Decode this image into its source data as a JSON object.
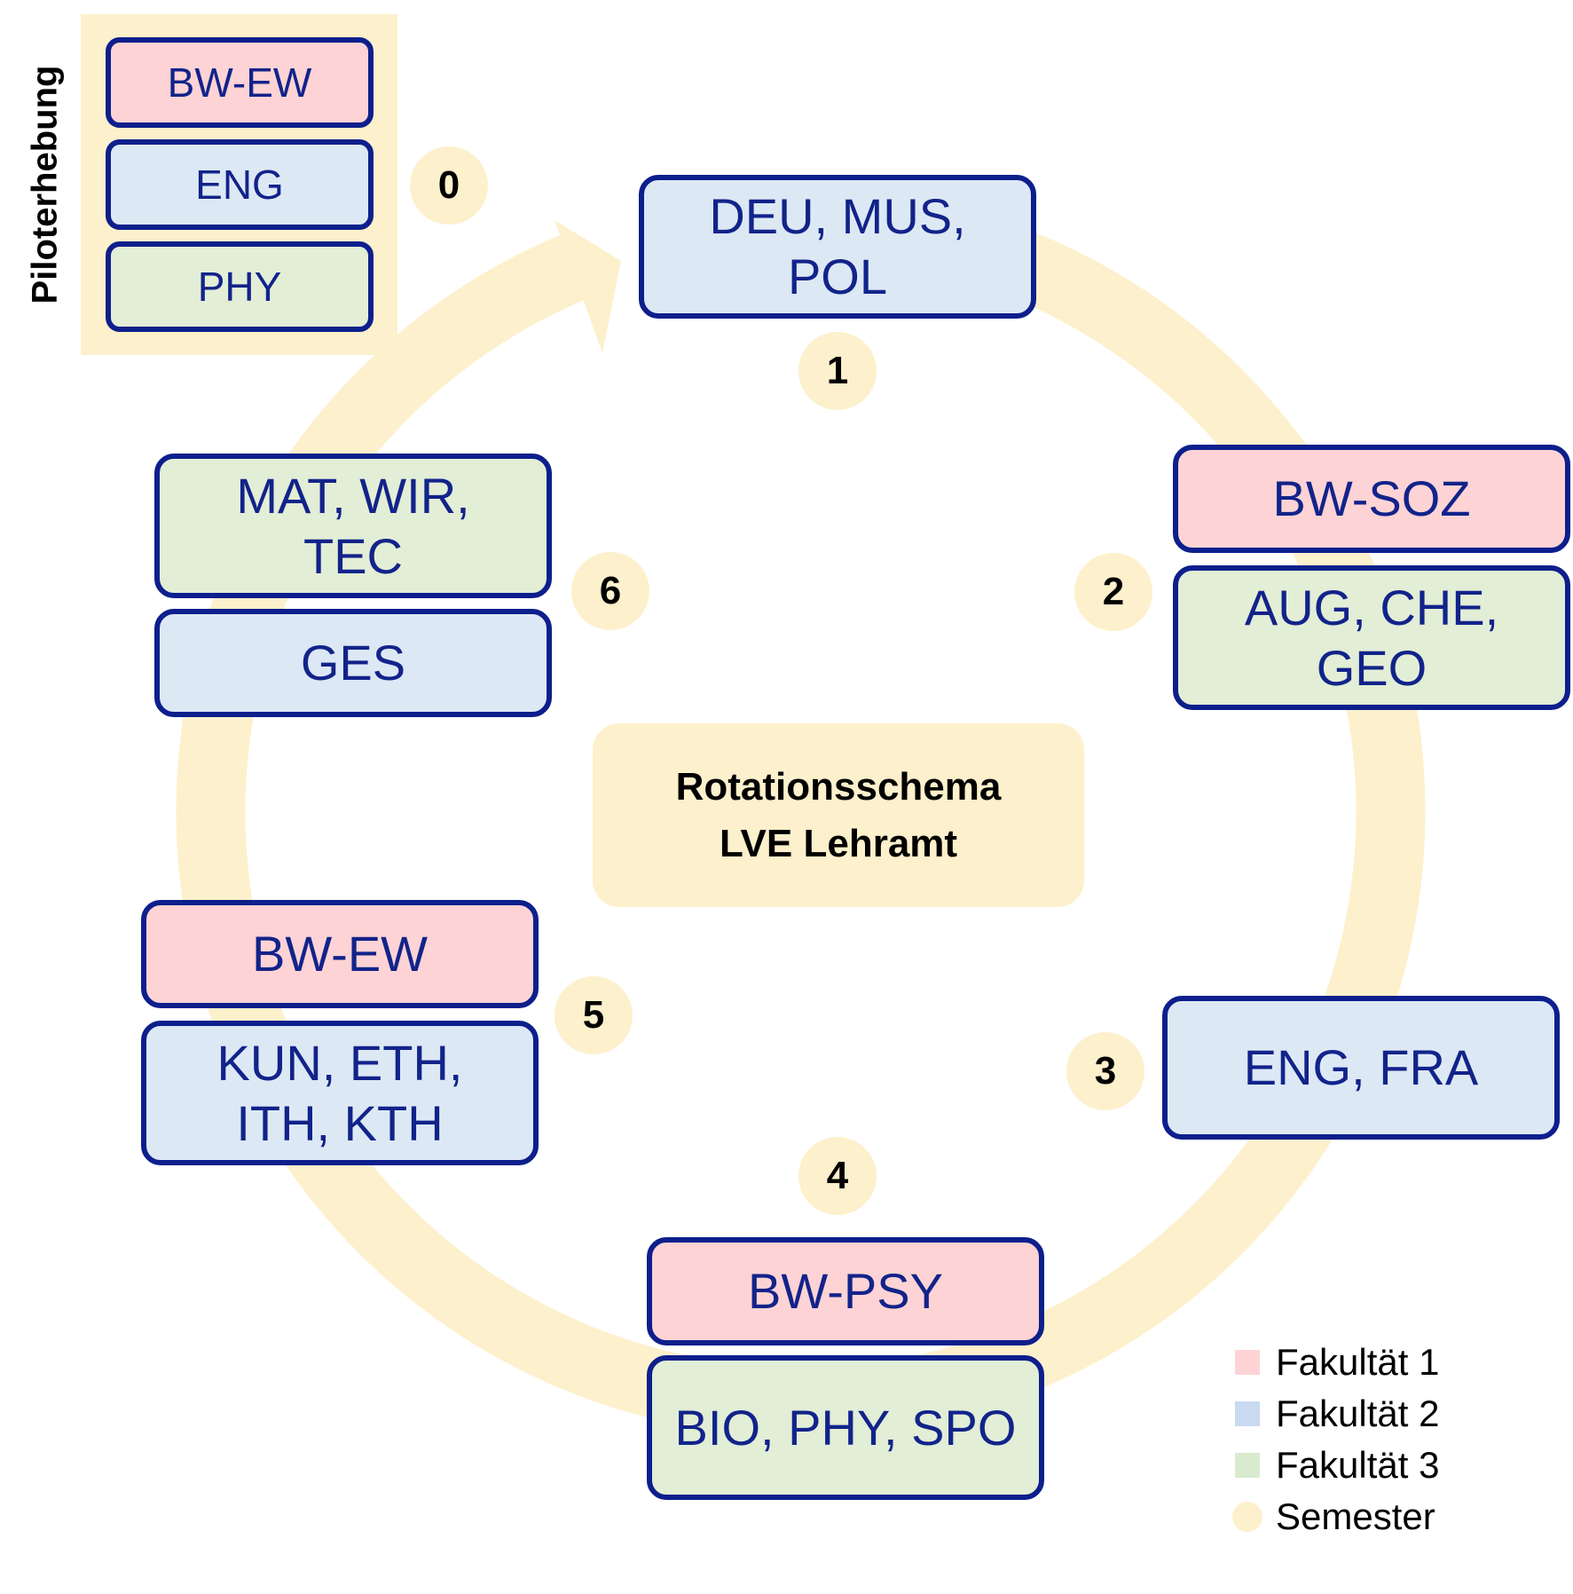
{
  "colors": {
    "fakultaet1": "#fdd3d5",
    "fakultaet2": "#dde8f5",
    "fakultaet3": "#e2eed6",
    "semester": "#fdf0cc",
    "border": "#0d1f8c",
    "text": "#12238a"
  },
  "pilot": {
    "label": "Piloterhebung",
    "semester": "0",
    "boxes": [
      "BW-EW",
      "ENG",
      "PHY"
    ]
  },
  "center": {
    "line1": "Rotationsschema",
    "line2": "LVE Lehramt"
  },
  "semesters": [
    {
      "number": "1",
      "boxes": [
        {
          "fakultaet": 2,
          "lines": [
            "DEU, MUS,",
            "POL"
          ]
        }
      ]
    },
    {
      "number": "2",
      "boxes": [
        {
          "fakultaet": 1,
          "lines": [
            "BW-SOZ"
          ]
        },
        {
          "fakultaet": 3,
          "lines": [
            "AUG, CHE,",
            "GEO"
          ]
        }
      ]
    },
    {
      "number": "3",
      "boxes": [
        {
          "fakultaet": 2,
          "lines": [
            "ENG, FRA"
          ]
        }
      ]
    },
    {
      "number": "4",
      "boxes": [
        {
          "fakultaet": 1,
          "lines": [
            "BW-PSY"
          ]
        },
        {
          "fakultaet": 3,
          "lines": [
            "BIO, PHY, SPO"
          ]
        }
      ]
    },
    {
      "number": "5",
      "boxes": [
        {
          "fakultaet": 1,
          "lines": [
            "BW-EW"
          ]
        },
        {
          "fakultaet": 2,
          "lines": [
            "KUN, ETH,",
            "ITH, KTH"
          ]
        }
      ]
    },
    {
      "number": "6",
      "boxes": [
        {
          "fakultaet": 3,
          "lines": [
            "MAT, WIR,",
            "TEC"
          ]
        },
        {
          "fakultaet": 2,
          "lines": [
            "GES"
          ]
        }
      ]
    }
  ],
  "legend": [
    {
      "label": "Fakultät 1",
      "color": "#fdd3d5",
      "shape": "square"
    },
    {
      "label": "Fakultät 2",
      "color": "#c9d9f0",
      "shape": "square"
    },
    {
      "label": "Fakultät 3",
      "color": "#d8ebcf",
      "shape": "square"
    },
    {
      "label": "Semester",
      "color": "#fdf0cc",
      "shape": "circle"
    }
  ]
}
